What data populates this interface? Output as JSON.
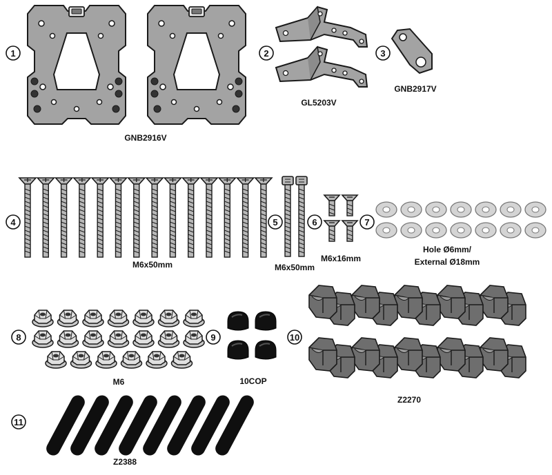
{
  "colors": {
    "plate": "#a3a3a3",
    "outline": "#1a1a1a",
    "bolt": "#b8b8b8",
    "washer": "#d4d4d4",
    "cap": "#111111",
    "spacer": "#6e6e6e",
    "pad": "#0f0f0f",
    "nut": "#c8c8c8"
  },
  "parts": [
    {
      "number": "1",
      "code": "GNB2916V",
      "icon": "mounting-plate-icon"
    },
    {
      "number": "2",
      "code": "GL5203V",
      "icon": "bracket-icon"
    },
    {
      "number": "3",
      "code": "GNB2917V",
      "icon": "spacer-plate-icon"
    },
    {
      "number": "4",
      "code": "M6x50mm",
      "icon": "flat-head-bolt-icon",
      "quantity": 14
    },
    {
      "number": "5",
      "code": "M6x50mm",
      "icon": "socket-head-bolt-icon",
      "quantity": 2
    },
    {
      "number": "6",
      "code": "M6x16mm",
      "icon": "short-bolt-icon",
      "quantity": 4
    },
    {
      "number": "7",
      "code": "Hole Ø6mm/",
      "code2": "External Ø18mm",
      "icon": "washer-icon",
      "quantity": 14
    },
    {
      "number": "8",
      "code": "M6",
      "icon": "flange-nut-icon",
      "quantity": 20
    },
    {
      "number": "9",
      "code": "10COP",
      "icon": "bolt-cap-icon",
      "quantity": 4
    },
    {
      "number": "10",
      "code": "Z2270",
      "icon": "rubber-spacer-icon",
      "quantity": 10
    },
    {
      "number": "11",
      "code": "Z2388",
      "icon": "adhesive-pad-icon",
      "quantity": 8
    }
  ]
}
